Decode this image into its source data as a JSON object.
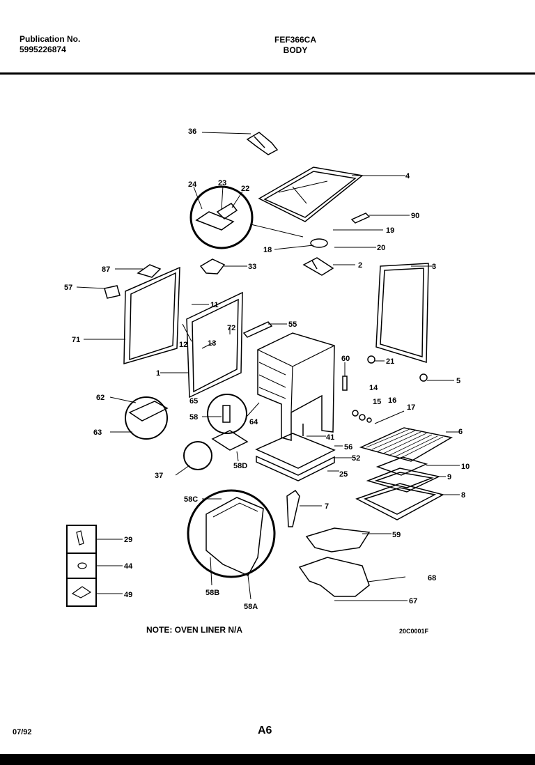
{
  "header": {
    "publication_label": "Publication No.",
    "publication_number": "5995226874",
    "model": "FEF366CA",
    "section": "BODY"
  },
  "note": "NOTE: OVEN LINER N/A",
  "diagram_code": "20C0001F",
  "date": "07/92",
  "page": "A6",
  "callouts": [
    "36",
    "4",
    "24",
    "23",
    "22",
    "90",
    "19",
    "18",
    "20",
    "87",
    "33",
    "2",
    "3",
    "57",
    "11",
    "55",
    "72",
    "71",
    "12",
    "13",
    "1",
    "60",
    "21",
    "5",
    "62",
    "65",
    "14",
    "15",
    "16",
    "17",
    "58",
    "64",
    "63",
    "41",
    "6",
    "56",
    "37",
    "58D",
    "52",
    "25",
    "10",
    "9",
    "8",
    "58C",
    "7",
    "29",
    "59",
    "44",
    "58B",
    "58A",
    "68",
    "49",
    "67"
  ],
  "parts_legend": {
    "items": [
      "29",
      "44",
      "49"
    ]
  }
}
